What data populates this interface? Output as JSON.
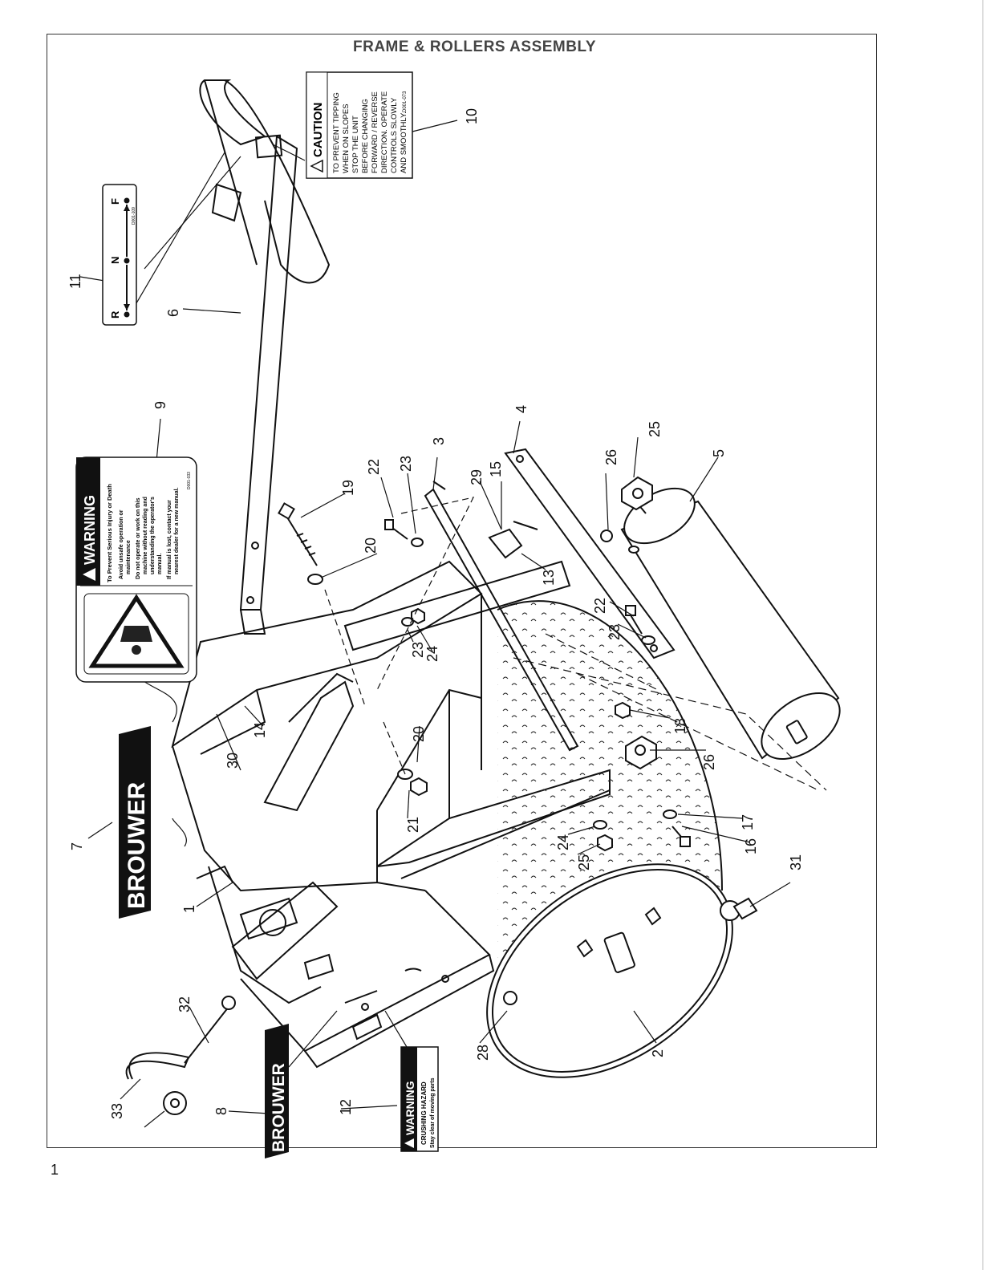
{
  "page": {
    "title": "FRAME & ROLLERS ASSEMBLY",
    "page_number": "1"
  },
  "callouts": [
    "1",
    "2",
    "3",
    "4",
    "5",
    "6",
    "7",
    "8",
    "9",
    "10",
    "11",
    "12",
    "13",
    "14",
    "15",
    "16",
    "17",
    "18",
    "19",
    "20",
    "20",
    "21",
    "22",
    "22",
    "23",
    "23",
    "23",
    "24",
    "24",
    "25",
    "25",
    "26",
    "26",
    "28",
    "29",
    "30",
    "31",
    "32",
    "33"
  ],
  "decals": {
    "caution": {
      "heading": "CAUTION",
      "lines": [
        "TO PREVENT TIPPING",
        "WHEN ON SLOPES",
        "STOP THE UNIT",
        "BEFORE CHANGING",
        "FORWARD / REVERSE",
        "DIRECTION. OPERATE",
        "CONTROLS SLOWLY",
        "AND SMOOTHLY."
      ],
      "code": "D001-073"
    },
    "direction": {
      "r": "R",
      "n": "N",
      "f": "F",
      "code": "D001-109"
    },
    "warning_main": {
      "heading": "WARNING",
      "lines": [
        "To Prevent Serious Injury or Death",
        "Avoid unsafe operation or",
        "maintenance",
        "Do not operate or work on this",
        "machine without reading and",
        "understanding the operator's",
        "manual.",
        "If manual is lost, contact your",
        "nearest dealer for a new manual."
      ],
      "code": "D001-033"
    },
    "warning_crush": {
      "heading": "WARNING",
      "line1": "CRUSHING HAZARD",
      "line2": "Stay clear of moving parts"
    },
    "brand": "BROUWER"
  },
  "colors": {
    "ink": "#111111",
    "frame": "#333333",
    "title": "#444444",
    "decal_fill": "#f4f4f4"
  }
}
